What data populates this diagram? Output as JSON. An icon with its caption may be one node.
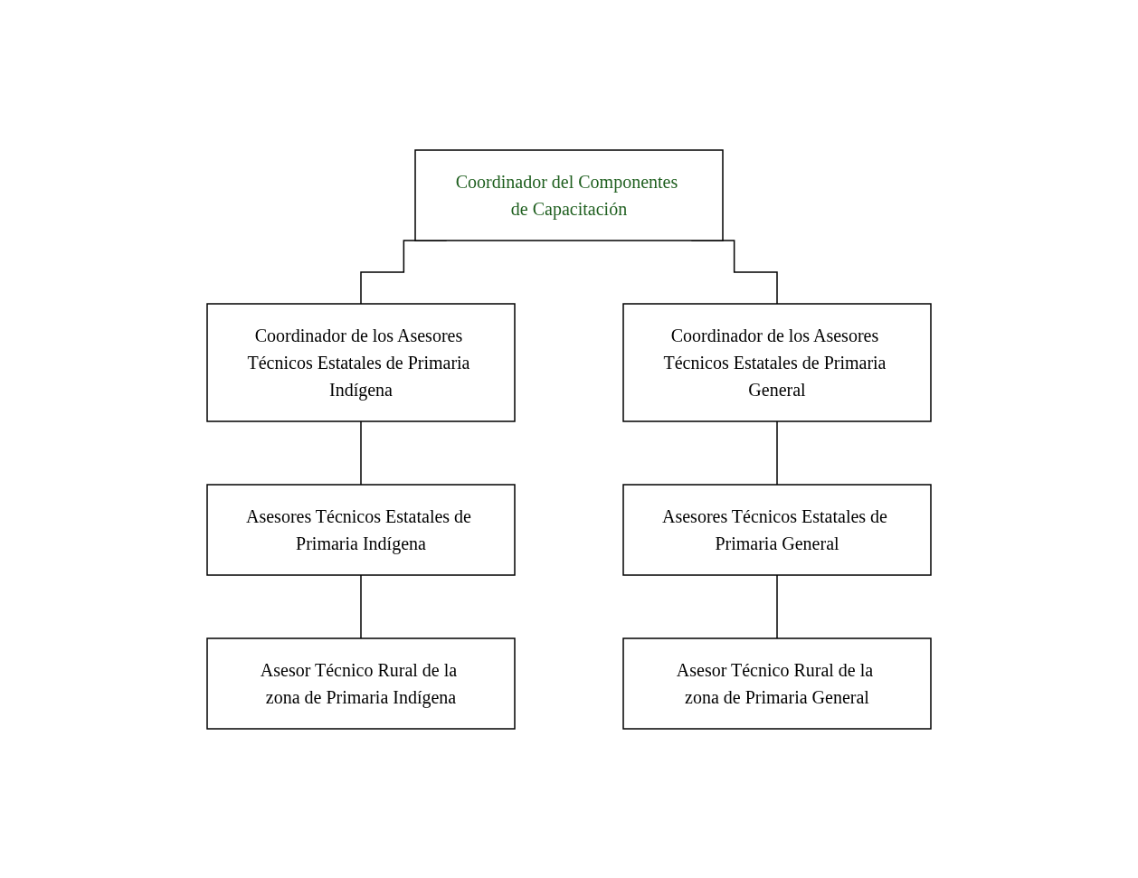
{
  "diagram": {
    "nodes": [
      {
        "text": [
          "Coordinador del Componentes de Capacitación"
        ]
      },
      {
        "text": [
          "Coordinador de los Asesores Técnicos Estatales de Primaria Indígena"
        ]
      },
      {
        "text": [
          "Coordinador de los Asesores Técnicos Estatales de Primaria General"
        ]
      },
      {
        "text": [
          "Asesores Técnicos Estatales de Primaria Indígena"
        ]
      },
      {
        "text": [
          "Asesores Técnicos Estatales de Primaria General"
        ]
      },
      {
        "text": [
          "Asesor Técnico Rural de la zona de Primaria Indígena"
        ]
      },
      {
        "text": [
          "Asesor Técnico Rural de la zona de Primaria General"
        ]
      }
    ],
    "edges": [
      {
        "from": 0,
        "to": 1,
        "arrow": "none"
      },
      {
        "from": 0,
        "to": 2,
        "arrow": "none"
      },
      {
        "from": 1,
        "to": 3,
        "arrow": "none"
      },
      {
        "from": 3,
        "to": 5,
        "arrow": "none"
      },
      {
        "from": 2,
        "to": 4,
        "arrow": "none"
      },
      {
        "from": 4,
        "to": 6,
        "arrow": "none"
      }
    ]
  }
}
